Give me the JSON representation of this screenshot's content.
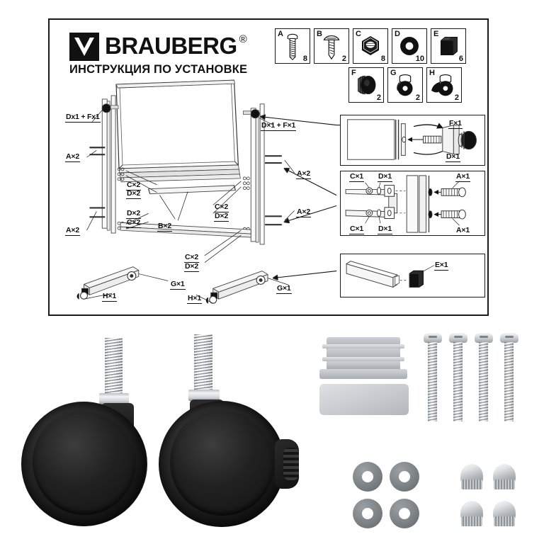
{
  "brand": {
    "logo_mark": "checkmark-logo",
    "name": "BRAUBERG",
    "registered": "®",
    "subtitle": "ИНСТРУКЦИЯ ПО УСТАНОВКЕ"
  },
  "parts_legend": {
    "row1": [
      {
        "letter": "A",
        "qty": "8",
        "icon": "bolt-icon"
      },
      {
        "letter": "B",
        "qty": "2",
        "icon": "self-tapping-screw-icon"
      },
      {
        "letter": "C",
        "qty": "8",
        "icon": "hex-nut-icon"
      },
      {
        "letter": "D",
        "qty": "10",
        "icon": "washer-icon"
      },
      {
        "letter": "E",
        "qty": "6",
        "icon": "end-cap-icon"
      }
    ],
    "row2": [
      {
        "letter": "F",
        "qty": "2",
        "icon": "knob-icon"
      },
      {
        "letter": "G",
        "qty": "2",
        "icon": "caster-icon"
      },
      {
        "letter": "H",
        "qty": "2",
        "icon": "caster-brake-icon"
      }
    ]
  },
  "diagram_labels": {
    "left_top_pivot": "Dx1 + Fx1",
    "left_upper_bolts": "A×2",
    "left_mid_nut": "C×2",
    "left_mid_washer": "D×2",
    "left_lower_bolts": "A×2",
    "left_lower_washer": "D×2",
    "left_lower_nut": "C×2",
    "tray_screws": "B×2",
    "center_nut": "C×2",
    "center_washer": "D×2",
    "left_caster_brake": "H×1",
    "left_caster": "G×1",
    "right_top_pivot": "D×1 + F×1",
    "right_upper_bolts": "A×2",
    "right_lower_bolts": "A×2",
    "right_nut": "C×2",
    "right_washer": "D×2",
    "right_caster": "G×1",
    "right_caster_brake": "H×1"
  },
  "callouts": [
    {
      "name": "pivot-knob-detail",
      "labels": [
        "F×1",
        "D×1"
      ]
    },
    {
      "name": "bolt-fastening-detail",
      "labels": [
        "C×1",
        "D×1",
        "A×1",
        "C×1",
        "D×1",
        "A×1"
      ]
    },
    {
      "name": "end-cap-detail",
      "labels": [
        "E×1"
      ]
    }
  ],
  "photos": {
    "casters": {
      "name": "caster-wheels-photo",
      "count": 2
    },
    "end_caps": {
      "name": "plastic-end-caps-photo",
      "count": 2
    },
    "screws": {
      "name": "pan-head-screws-photo",
      "count": 4
    },
    "washers": {
      "name": "flat-washers-photo",
      "count": 4
    },
    "cap_nuts": {
      "name": "dome-cap-nuts-photo",
      "count": 4
    }
  },
  "colors": {
    "ink": "#1a1a1a",
    "paper": "#ffffff",
    "metal": "#c9ced2",
    "plastic_gray": "#b6babf",
    "black_plastic": "#161616"
  }
}
